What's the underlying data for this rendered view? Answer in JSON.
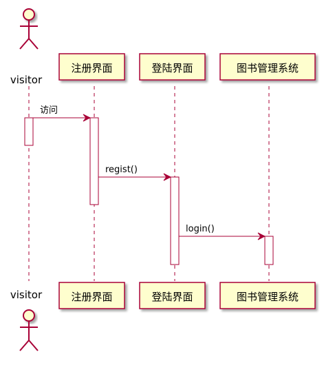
{
  "participants": [
    {
      "id": "visitor",
      "label": "visitor",
      "kind": "actor"
    },
    {
      "id": "register",
      "label": "注册界面",
      "kind": "participant"
    },
    {
      "id": "login",
      "label": "登陆界面",
      "kind": "participant"
    },
    {
      "id": "library",
      "label": "图书管理系统",
      "kind": "participant"
    }
  ],
  "messages": [
    {
      "from": "visitor",
      "to": "register",
      "label": "访问"
    },
    {
      "from": "register",
      "to": "login",
      "label": "regist()"
    },
    {
      "from": "login",
      "to": "library",
      "label": "login()"
    }
  ],
  "colors": {
    "stroke": "#A80036",
    "participant_fill": "#FEFECE",
    "activation_fill": "#FFFFFF",
    "lifeline": "#A80036",
    "text": "#000000"
  }
}
